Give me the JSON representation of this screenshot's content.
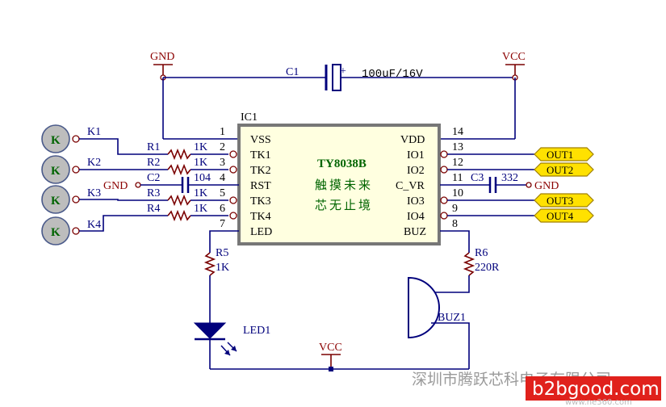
{
  "power": {
    "gnd_top": "GND",
    "vcc_top": "VCC",
    "vcc_bottom": "VCC",
    "gnd_c2": "GND",
    "gnd_c3": "GND"
  },
  "c1": {
    "ref": "C1",
    "value": "100uF/16V"
  },
  "ic": {
    "ref": "IC1",
    "part": "TY8038B",
    "line1": "触摸未来",
    "line2": "芯无止境",
    "left_pins": [
      {
        "num": "1",
        "name": "VSS"
      },
      {
        "num": "2",
        "name": "TK1"
      },
      {
        "num": "3",
        "name": "TK2"
      },
      {
        "num": "4",
        "name": "RST"
      },
      {
        "num": "5",
        "name": "TK3"
      },
      {
        "num": "6",
        "name": "TK4"
      },
      {
        "num": "7",
        "name": "LED"
      }
    ],
    "right_pins": [
      {
        "num": "14",
        "name": "VDD"
      },
      {
        "num": "13",
        "name": "IO1"
      },
      {
        "num": "12",
        "name": "IO2"
      },
      {
        "num": "11",
        "name": "C_VR"
      },
      {
        "num": "10",
        "name": "IO3"
      },
      {
        "num": "9",
        "name": "IO4"
      },
      {
        "num": "8",
        "name": "BUZ"
      }
    ]
  },
  "keys": [
    {
      "symbol": "K",
      "ref": "K1"
    },
    {
      "symbol": "K",
      "ref": "K2"
    },
    {
      "symbol": "K",
      "ref": "K3"
    },
    {
      "symbol": "K",
      "ref": "K4"
    }
  ],
  "resistors": [
    {
      "ref": "R1",
      "value": "1K"
    },
    {
      "ref": "R2",
      "value": "1K"
    },
    {
      "ref": "R3",
      "value": "1K"
    },
    {
      "ref": "R4",
      "value": "1K"
    }
  ],
  "c2": {
    "ref": "C2",
    "value": "104"
  },
  "c3": {
    "ref": "C3",
    "value": "332"
  },
  "outputs": [
    "OUT1",
    "OUT2",
    "OUT3",
    "OUT4"
  ],
  "r5": {
    "ref": "R5",
    "value": "1K"
  },
  "r6": {
    "ref": "R6",
    "value": "220R"
  },
  "led": {
    "ref": "LED1"
  },
  "buzzer": {
    "ref": "BUZ1"
  },
  "watermark": {
    "cn": "深圳市腾跃芯科电子有限公司",
    "site": "b2bgood.com",
    "sub": "www.ne360.com"
  },
  "colors": {
    "wire": "#00007c",
    "pin": "#7a0000",
    "label_red": "#8b0000",
    "ic_fill": "#ffffe0",
    "ic_border": "#777777",
    "out_tag": "#ffe100",
    "key": "#bdbdbd",
    "green_text": "#006400",
    "watermark_bg": "#e0211c"
  }
}
